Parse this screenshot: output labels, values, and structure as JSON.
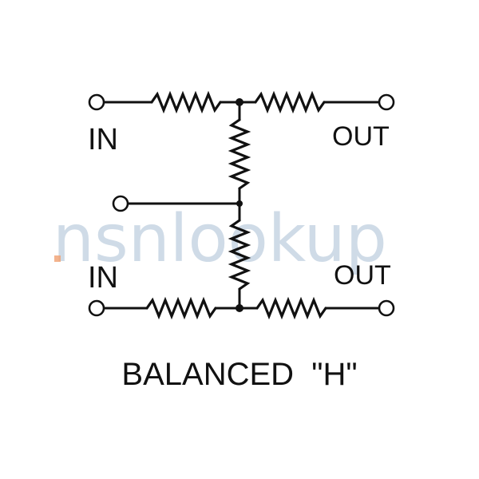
{
  "diagram": {
    "labels": {
      "in_top": "IN",
      "out_top": "OUT",
      "in_bottom": "IN",
      "out_bottom": "OUT"
    },
    "caption": "BALANCED  \"H\"",
    "watermark": "nsnlookup",
    "colors": {
      "line": "#111111",
      "watermark": "#a9bfd4",
      "watermark_dot": "#f0a070"
    }
  }
}
